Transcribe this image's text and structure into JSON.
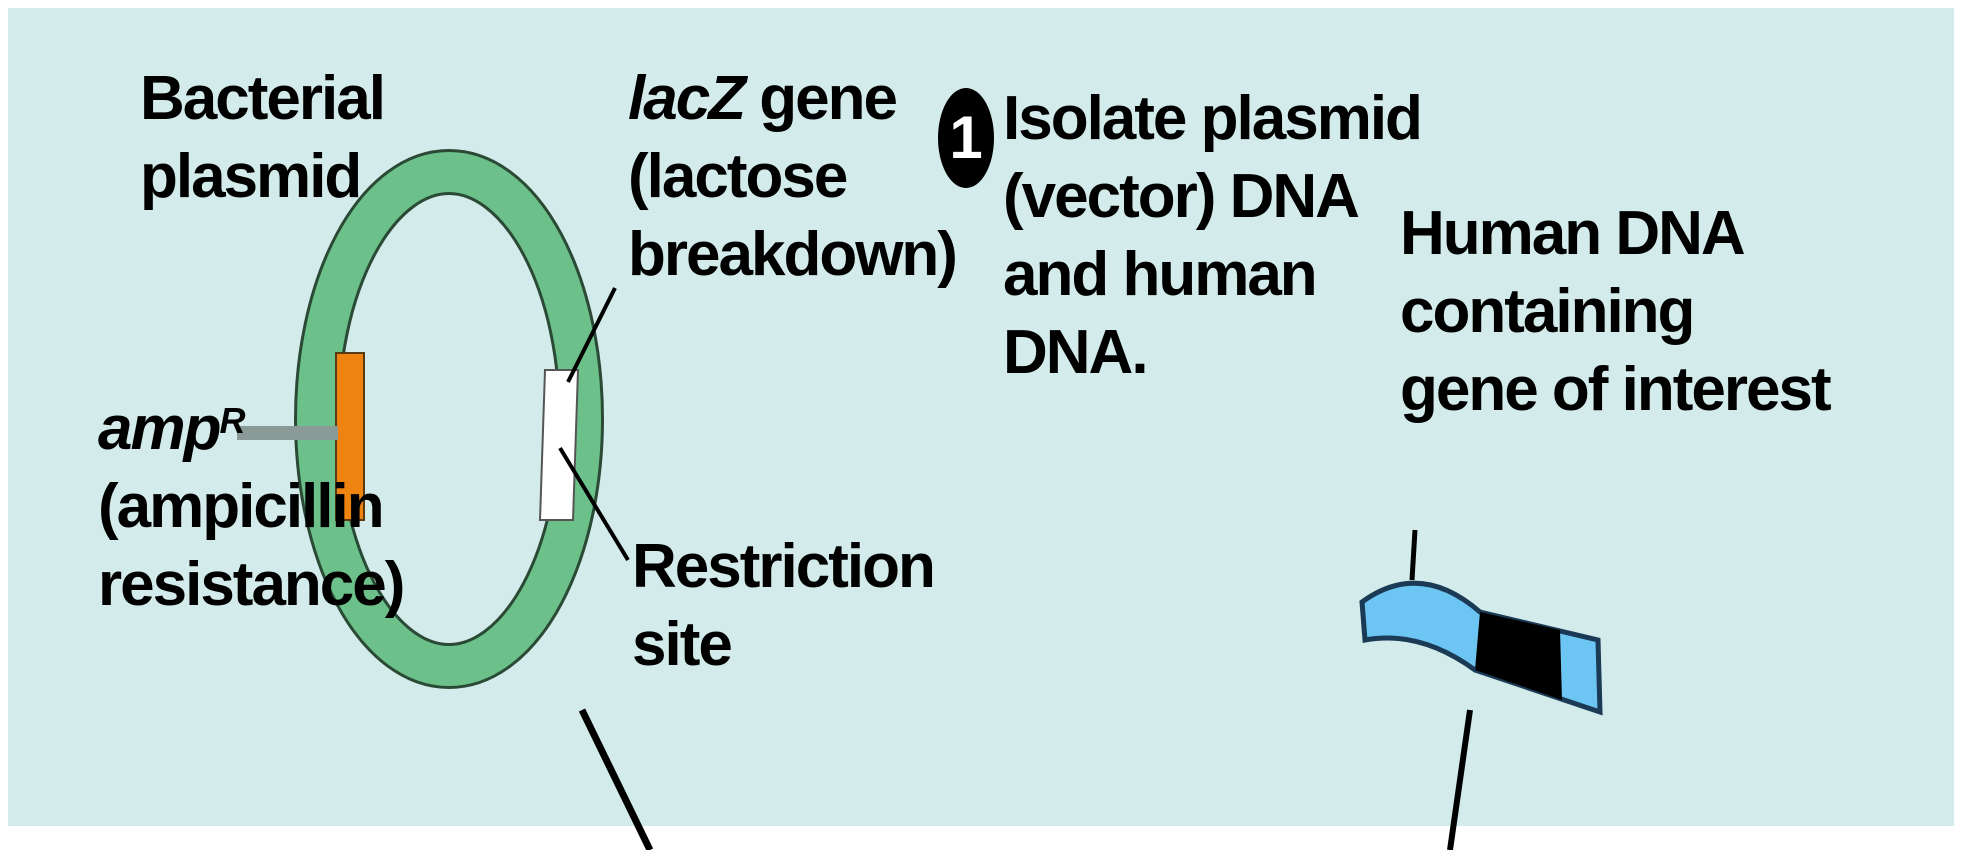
{
  "labels": {
    "bacterial_plasmid": [
      "Bacterial",
      "plasmid"
    ],
    "lacz": {
      "gene_italic": "lacZ",
      "gene_rest": " gene",
      "lines": [
        "(lactose",
        "breakdown)"
      ]
    },
    "ampr": {
      "base": "amp",
      "sup": "R",
      "lines": [
        "(ampicillin",
        "resistance)"
      ]
    },
    "restriction_site": [
      "Restriction",
      "site"
    ],
    "step": {
      "number": "1",
      "lines": [
        "Isolate plasmid",
        "(vector) DNA",
        "and human",
        "DNA."
      ]
    },
    "human_dna": [
      "Human DNA",
      "containing",
      "gene of interest"
    ]
  },
  "colors": {
    "background": "#d3eceb",
    "plasmid": "#6cc08a",
    "amp_segment": "#ee8310",
    "restriction_segment": "#ffffff",
    "human_dna": "#6cc5f2",
    "gene_of_interest": "#000000"
  }
}
